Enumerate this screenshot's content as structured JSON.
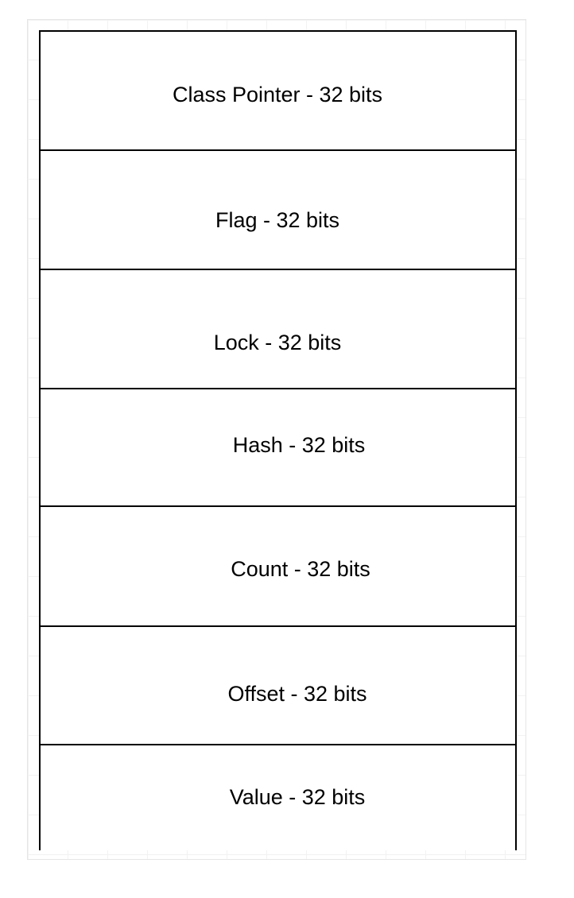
{
  "diagram": {
    "rows": [
      {
        "label": "Class Pointer - 32 bits"
      },
      {
        "label": "Flag - 32 bits"
      },
      {
        "label": "Lock - 32 bits"
      },
      {
        "label": "Hash - 32 bits"
      },
      {
        "label": "Count - 32 bits"
      },
      {
        "label": "Offset - 32 bits"
      },
      {
        "label": "Value - 32 bits"
      }
    ],
    "colors": {
      "line": "#000000",
      "text": "#000000",
      "background": "#ffffff",
      "grid": "#f2f2f2"
    }
  }
}
